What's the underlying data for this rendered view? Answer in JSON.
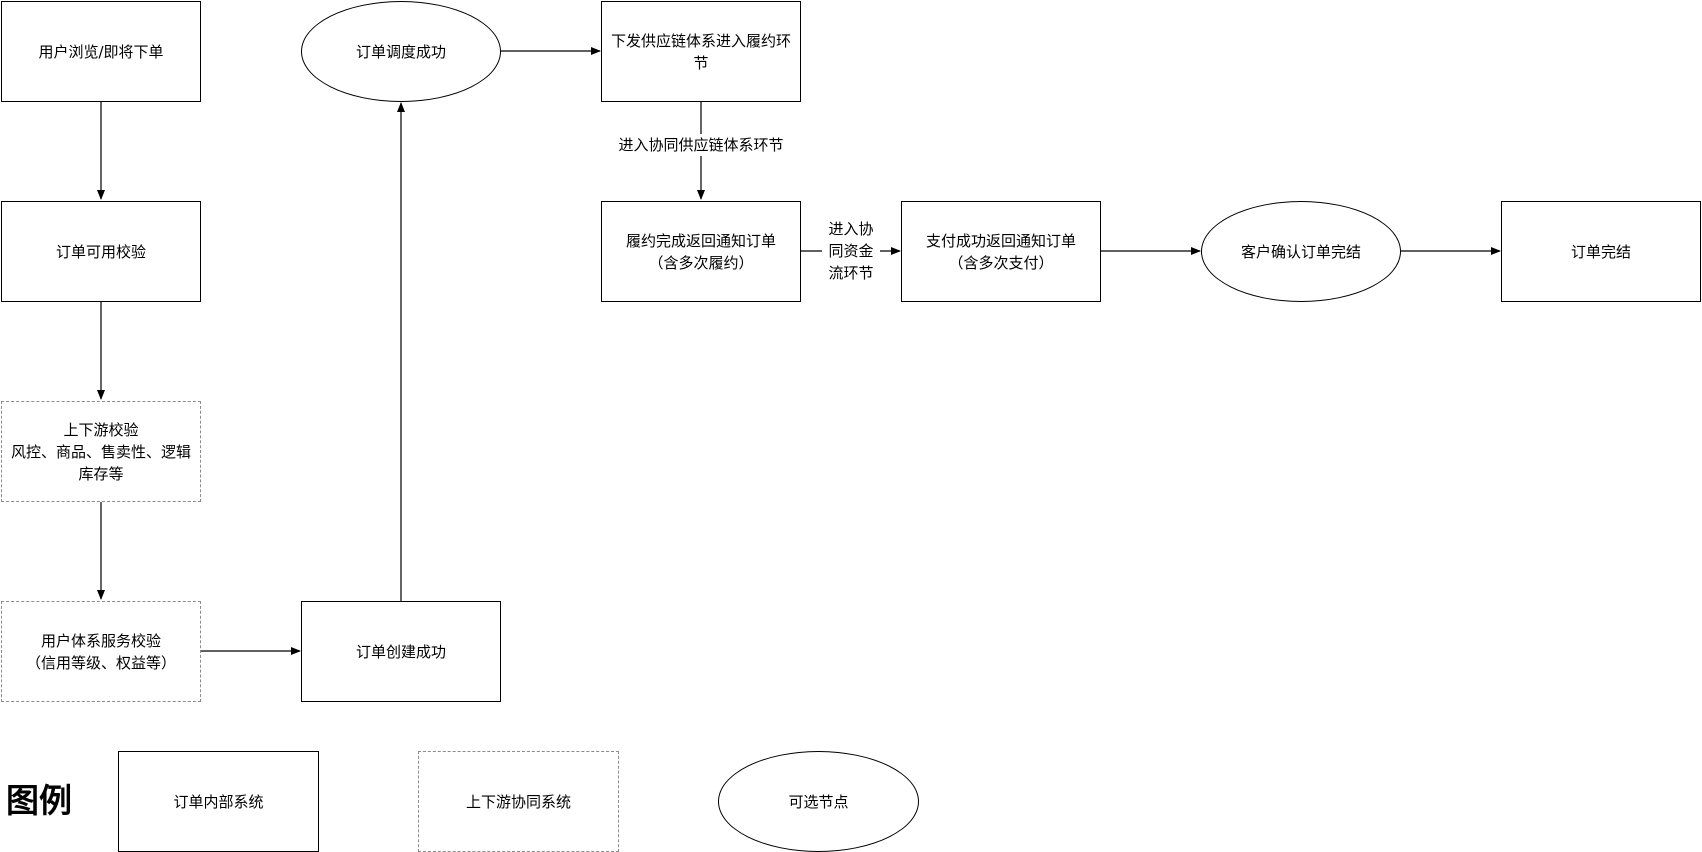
{
  "nodes": {
    "browse": "用户浏览/即将下单",
    "available_check": "订单可用校验",
    "updown_check": "上下游校验\n风控、商品、售卖性、逻辑库存等",
    "user_check": "用户体系服务校验\n（信用等级、权益等）",
    "order_created": "订单创建成功",
    "dispatch_success": "订单调度成功",
    "supply_chain": "下发供应链体系进入履约环节",
    "fulfillment_done": "履约完成返回通知订单\n（含多次履约）",
    "payment_done": "支付成功返回通知订单\n（含多次支付）",
    "customer_confirm": "客户确认订单完结",
    "order_complete": "订单完结"
  },
  "edge_labels": {
    "supply_to_fulfill": "进入协同供应链体系环节",
    "fulfill_to_pay": "进入协\n同资金\n流环节"
  },
  "legend": {
    "title": "图例",
    "internal": "订单内部系统",
    "updown": "上下游协同系统",
    "optional": "可选节点"
  }
}
